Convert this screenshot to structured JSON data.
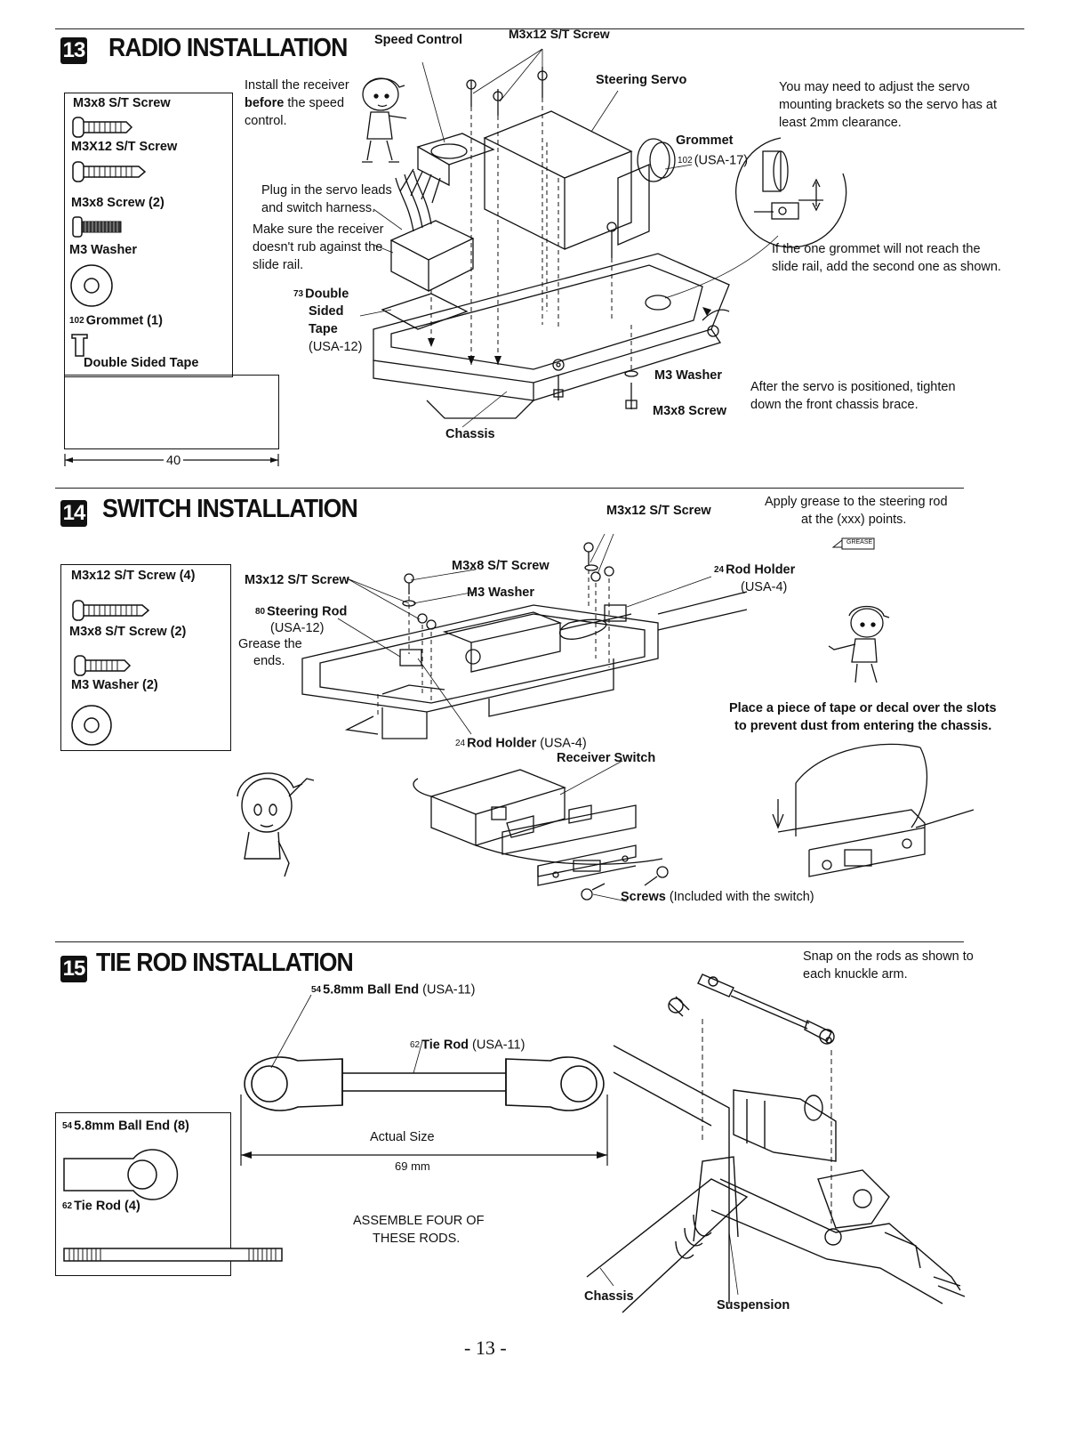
{
  "page_number": "- 13 -",
  "section13": {
    "number": "13",
    "title": "RADIO INSTALLATION",
    "parts": {
      "m3x8_st_screw": "M3x8 S/T Screw",
      "m3x12_st_screw": "M3X12 S/T Screw",
      "m3x8_screw": "M3x8 Screw (2)",
      "m3_washer": "M3 Washer",
      "grommet_num": "102",
      "grommet": "Grommet (1)",
      "double_sided_tape": "Double Sided Tape",
      "tape_length": "40"
    },
    "callouts": {
      "speed_control": "Speed Control",
      "m3x12_st_screw": "M3x12 S/T Screw",
      "steering_servo": "Steering Servo",
      "grommet": "Grommet",
      "grommet_ref_num": "102",
      "grommet_ref": "(USA-17)",
      "install_receiver_1": "Install the receiver",
      "install_receiver_2_bold": "before",
      "install_receiver_2_rest": " the speed",
      "install_receiver_3": "control.",
      "plug_in_1": "Plug in the servo leads",
      "plug_in_2": "and switch harness.",
      "make_sure_1": "Make sure the receiver",
      "make_sure_2": "doesn't rub against the",
      "make_sure_3": "slide rail.",
      "tape_num": "73",
      "tape_1": "Double",
      "tape_2": "Sided",
      "tape_3": "Tape",
      "tape_ref": "(USA-12)",
      "adjust_note_1": "You may need to adjust the servo",
      "adjust_note_2": "mounting brackets so the servo has at",
      "adjust_note_3": "least 2mm clearance.",
      "grommet_note_1": "If the one grommet will not reach the",
      "grommet_note_2": "slide rail, add the second one as shown.",
      "m3_washer": "M3 Washer",
      "m3x8_screw": "M3x8 Screw",
      "tighten_note_1": "After the servo is positioned, tighten",
      "tighten_note_2": "down the front chassis brace.",
      "chassis": "Chassis"
    }
  },
  "section14": {
    "number": "14",
    "title": "SWITCH INSTALLATION",
    "parts": {
      "m3x12_st_screw": "M3x12 S/T Screw (4)",
      "m3x8_st_screw": "M3x8 S/T Screw (2)",
      "m3_washer": "M3 Washer (2)"
    },
    "callouts": {
      "m3x12_st_screw_top": "M3x12 S/T Screw",
      "grease_note_1": "Apply grease to the steering rod",
      "grease_note_2": "at the (xxx) points.",
      "grease_tag": "GREASE",
      "m3x8_st_screw": "M3x8 S/T Screw",
      "m3_washer": "M3 Washer",
      "m3x12_st_screw_left": "M3x12 S/T Screw",
      "rod_holder_num": "24",
      "rod_holder": "Rod Holder",
      "rod_holder_ref": "(USA-4)",
      "steering_rod_num": "80",
      "steering_rod": "Steering Rod",
      "steering_rod_ref": "(USA-12)",
      "grease_ends_1": "Grease the",
      "grease_ends_2": "ends.",
      "tape_note_1": "Place a piece of tape or decal over the slots",
      "tape_note_2": "to prevent dust from entering the chassis.",
      "rod_holder_lower_num": "24",
      "rod_holder_lower": "Rod Holder",
      "rod_holder_lower_ref": "(USA-4)",
      "receiver_switch": "Receiver Switch",
      "screws_bold": "Screws",
      "screws_rest": " (Included with the switch)"
    }
  },
  "section15": {
    "number": "15",
    "title": "TIE ROD INSTALLATION",
    "parts": {
      "ball_end_num": "54",
      "ball_end": "5.8mm Ball End (8)",
      "tie_rod_num": "62",
      "tie_rod": "Tie Rod (4)"
    },
    "callouts": {
      "ball_end_num": "54",
      "ball_end_bold": "5.8mm Ball End",
      "ball_end_ref": " (USA-11)",
      "tie_rod_num": "62",
      "tie_rod_bold": "Tie Rod",
      "tie_rod_ref": " (USA-11)",
      "actual_size": "Actual Size",
      "length": "69 mm",
      "assemble_1": "ASSEMBLE FOUR OF",
      "assemble_2": "THESE RODS.",
      "snap_note_1": "Snap on the rods as shown to",
      "snap_note_2": "each knuckle arm.",
      "chassis": "Chassis",
      "suspension": "Suspension"
    }
  }
}
